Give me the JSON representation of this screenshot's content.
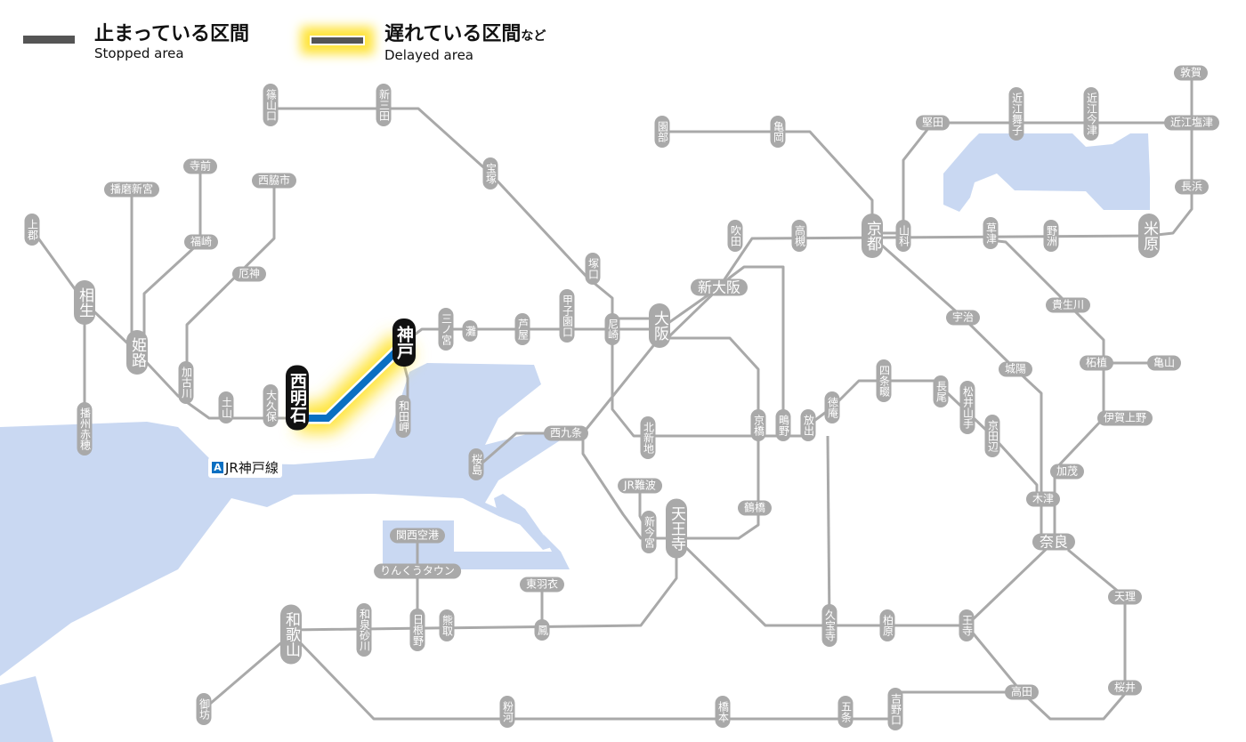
{
  "legend": {
    "stopped_ja": "止まっている区間",
    "stopped_en": "Stopped area",
    "delayed_ja": "遅れている区間",
    "delayed_suffix": "など",
    "delayed_en": "Delayed area"
  },
  "line_label": {
    "badge": "A",
    "name": "JR神戸線"
  },
  "colors": {
    "line": "#a9a9a9",
    "delayed": "#0a6fc2",
    "glow": "#ffe43a",
    "water": "#c9d8f2",
    "major_station": "#111111"
  },
  "stations": [
    {
      "name": "篠山口"
    },
    {
      "name": "新三田"
    },
    {
      "name": "宝塚"
    },
    {
      "name": "塚口"
    },
    {
      "name": "尼崎"
    },
    {
      "name": "大阪"
    },
    {
      "name": "新大阪"
    },
    {
      "name": "吹田"
    },
    {
      "name": "高槻"
    },
    {
      "name": "京都"
    },
    {
      "name": "山科"
    },
    {
      "name": "園部"
    },
    {
      "name": "亀岡"
    },
    {
      "name": "堅田"
    },
    {
      "name": "近江舞子"
    },
    {
      "name": "近江今津"
    },
    {
      "name": "敦賀"
    },
    {
      "name": "近江塩津"
    },
    {
      "name": "長浜"
    },
    {
      "name": "米原"
    },
    {
      "name": "野洲"
    },
    {
      "name": "草津"
    },
    {
      "name": "宇治"
    },
    {
      "name": "城陽"
    },
    {
      "name": "貴生川"
    },
    {
      "name": "柘植"
    },
    {
      "name": "亀山"
    },
    {
      "name": "伊賀上野"
    },
    {
      "name": "加茂"
    },
    {
      "name": "木津"
    },
    {
      "name": "奈良"
    },
    {
      "name": "京田辺"
    },
    {
      "name": "松井山手"
    },
    {
      "name": "長尾"
    },
    {
      "name": "四条畷"
    },
    {
      "name": "徳庵"
    },
    {
      "name": "鴫野"
    },
    {
      "name": "放出"
    },
    {
      "name": "京橋"
    },
    {
      "name": "北新地"
    },
    {
      "name": "西九条"
    },
    {
      "name": "桜島"
    },
    {
      "name": "鶴橋"
    },
    {
      "name": "JR難波"
    },
    {
      "name": "新今宮"
    },
    {
      "name": "天王寺"
    },
    {
      "name": "関西空港"
    },
    {
      "name": "りんくうタウン"
    },
    {
      "name": "東羽衣"
    },
    {
      "name": "鳳"
    },
    {
      "name": "熊取"
    },
    {
      "name": "日根野"
    },
    {
      "name": "和泉砂川"
    },
    {
      "name": "和歌山"
    },
    {
      "name": "御坊"
    },
    {
      "name": "粉河"
    },
    {
      "name": "橋本"
    },
    {
      "name": "五条"
    },
    {
      "name": "吉野口"
    },
    {
      "name": "高田"
    },
    {
      "name": "桜井"
    },
    {
      "name": "王寺"
    },
    {
      "name": "天理"
    },
    {
      "name": "柏原"
    },
    {
      "name": "久宝寺"
    },
    {
      "name": "三ノ宮"
    },
    {
      "name": "灘"
    },
    {
      "name": "芦屋"
    },
    {
      "name": "甲子園口"
    },
    {
      "name": "神戸"
    },
    {
      "name": "西明石"
    },
    {
      "name": "和田岬"
    },
    {
      "name": "大久保"
    },
    {
      "name": "土山"
    },
    {
      "name": "加古川"
    },
    {
      "name": "姫路"
    },
    {
      "name": "相生"
    },
    {
      "name": "上郡"
    },
    {
      "name": "播州赤穂"
    },
    {
      "name": "播磨新宮"
    },
    {
      "name": "寺前"
    },
    {
      "name": "福崎"
    },
    {
      "name": "西脇市"
    },
    {
      "name": "厄神"
    }
  ],
  "delayed_section": [
    "西明石",
    "神戸"
  ]
}
